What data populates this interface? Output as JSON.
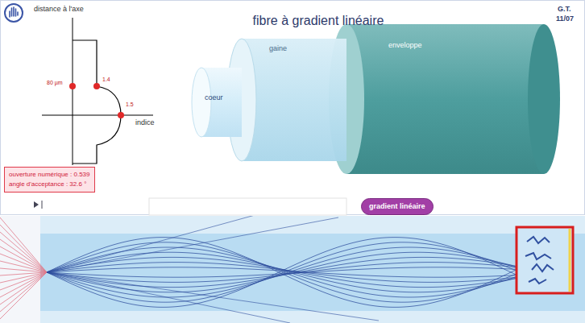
{
  "diagram": {
    "title": "fibre à gradient linéaire",
    "nodes": [
      {
        "text": [
          "enveloppe"
        ]
      },
      {
        "text": [
          "gaine"
        ],
        "in": 0
      },
      {
        "text": [
          "coeur"
        ],
        "in": 1
      },
      {
        "text": [
          "ouverture numérique : 0.539",
          "angle d'acceptance : 32.6 °"
        ]
      },
      {
        "text": [
          "gradient linéaire"
        ]
      }
    ],
    "labels": [
      "distance à l'axe",
      "80 µm",
      "1.4",
      "1.5",
      "indice",
      "G.T.",
      "11/07"
    ]
  }
}
